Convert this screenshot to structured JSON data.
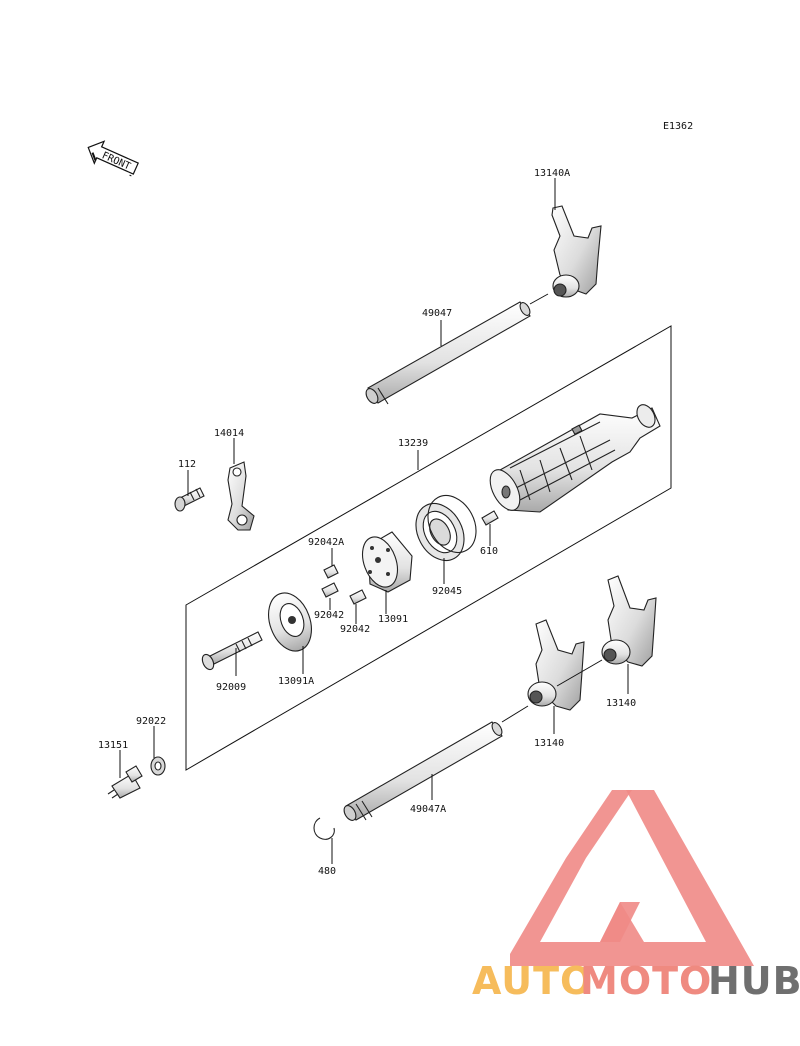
{
  "diagram": {
    "code": "E1362",
    "front_label": "FRONT",
    "labels": {
      "p13140A": "13140A",
      "p49047": "49047",
      "p14014": "14014",
      "p112": "112",
      "p13239": "13239",
      "p92042A": "92042A",
      "p92042a": "92042",
      "p92042b": "92042",
      "p13091": "13091",
      "p92045": "92045",
      "p610": "610",
      "p92009": "92009",
      "p13091A": "13091A",
      "p92022": "92022",
      "p13151": "13151",
      "p13140a": "13140",
      "p13140b": "13140",
      "p49047A": "49047A",
      "p480": "480"
    }
  },
  "watermark": {
    "auto": "AUTO",
    "moto": "MOTO",
    "hub": "HUB",
    "colors": {
      "logo": "#f08a86",
      "auto": "#f6bc5c",
      "moto": "#ef8a80",
      "hub": "#6f6f6f"
    }
  }
}
